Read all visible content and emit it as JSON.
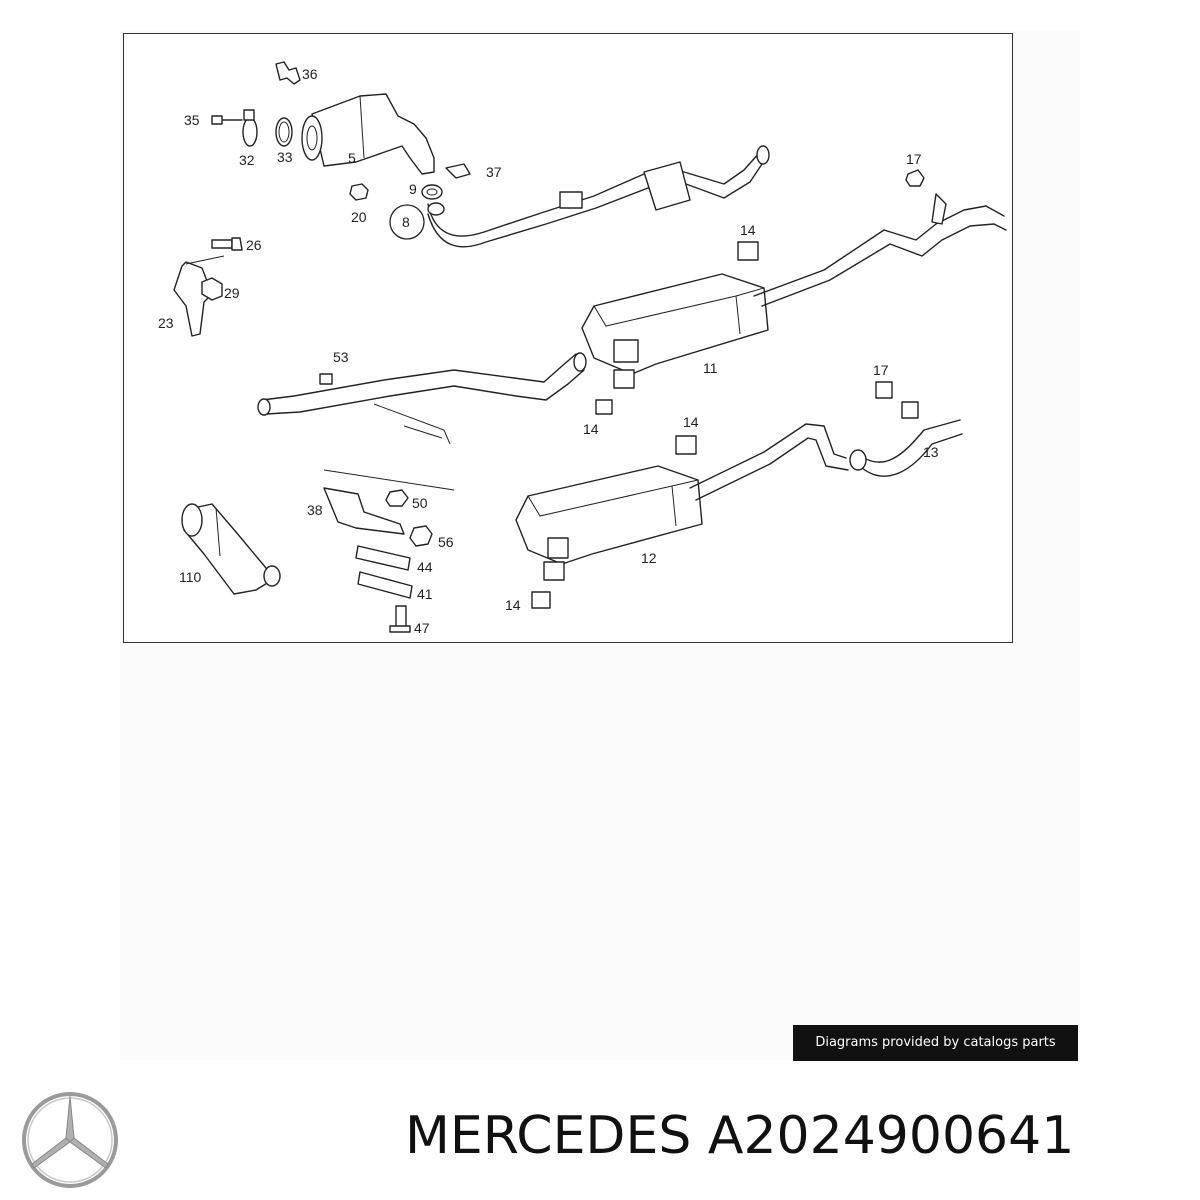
{
  "diagram": {
    "labels": [
      "36",
      "35",
      "32",
      "33",
      "5",
      "37",
      "9",
      "20",
      "8",
      "17",
      "14",
      "26",
      "29",
      "23",
      "53",
      "11",
      "17",
      "14",
      "14",
      "13",
      "38",
      "50",
      "56",
      "44",
      "41",
      "47",
      "110",
      "12",
      "14"
    ]
  },
  "badge": {
    "text": "Diagrams provided by catalogs parts"
  },
  "footer": {
    "brand": "MERCEDES",
    "part_number": "A2024900641"
  },
  "logo": {
    "icon": "mercedes-star-icon"
  }
}
